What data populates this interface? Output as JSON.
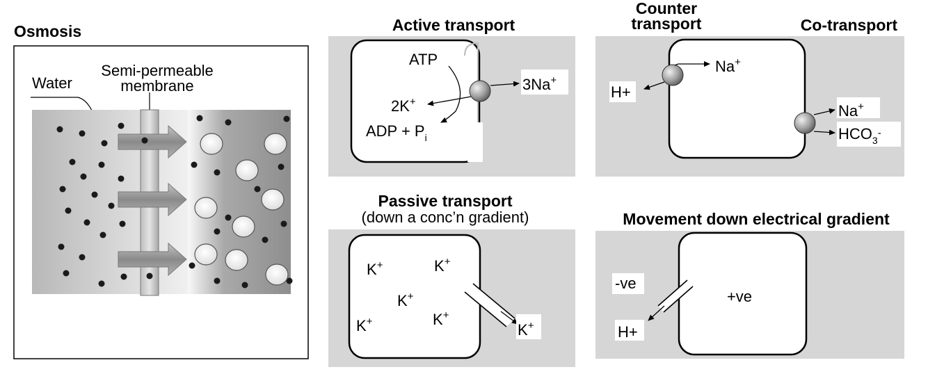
{
  "osmosis": {
    "title": "Osmosis",
    "water_label": "Water",
    "membrane_label_line1": "Semi-permeable",
    "membrane_label_line2": "membrane"
  },
  "active_transport": {
    "title": "Active transport",
    "atp": "ATP",
    "k_out": "2K",
    "k_out_sup": "+",
    "adp": "ADP + P",
    "adp_sub": "i",
    "na_out": "3Na",
    "na_out_sup": "+"
  },
  "counter_transport": {
    "title_line1": "Counter",
    "title_line2": "transport",
    "h_label": "H+",
    "na_label": "Na",
    "na_sup": "+"
  },
  "co_transport": {
    "title": "Co-transport",
    "na_label": "Na",
    "na_sup": "+",
    "hco3_label": "HCO",
    "hco3_sub": "3",
    "hco3_sup": "-"
  },
  "passive_transport": {
    "title": "Passive transport",
    "subtitle": "(down a conc’n gradient)",
    "ion": "K",
    "ion_sup": "+"
  },
  "electrical_gradient": {
    "title": "Movement down electrical gradient",
    "neg_label": "-ve",
    "pos_label": "+ve",
    "h_label": "H+"
  },
  "colors": {
    "panel_bg": "#d6d6d6",
    "cell_fill": "#ffffff",
    "particle": "#1a1a1a",
    "arrow_fill": "#9a9a9a"
  }
}
